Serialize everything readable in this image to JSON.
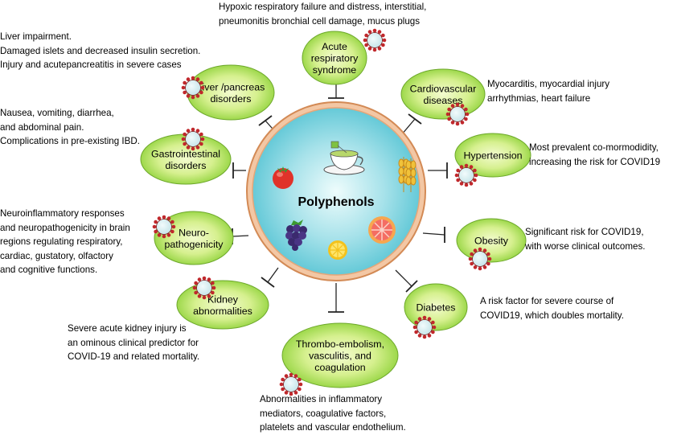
{
  "center": {
    "label": "Polyphenols"
  },
  "colors": {
    "ellipse_fill_center": "#f3fbcf",
    "ellipse_fill_edge": "#8fd23a",
    "ellipse_stroke": "#6da82b",
    "virus_body": "#c8e6ea",
    "virus_spike": "#c0282c",
    "circle_ring": "#e09a63",
    "circle_inner": "#5fc7d6"
  },
  "organs": [
    {
      "id": "acute-respiratory",
      "label_lines": [
        "Acute",
        "respiratory",
        "syndrome"
      ],
      "description_lines": [
        "Hypoxic respiratory failure and distress, interstitial,",
        "pneumonitis bronchial cell damage, mucus plugs"
      ]
    },
    {
      "id": "cardiovascular",
      "label_lines": [
        "Cardiovascular",
        "diseases"
      ],
      "description_lines": [
        "Myocarditis, myocardial injury",
        "arrhythmias, heart failure"
      ]
    },
    {
      "id": "hypertension",
      "label_lines": [
        "Hypertension"
      ],
      "description_lines": [
        "Most prevalent co-mormodidity,",
        "increasing the risk for COVID19"
      ]
    },
    {
      "id": "obesity",
      "label_lines": [
        "Obesity"
      ],
      "description_lines": [
        "Significant risk for COVID19,",
        "with worse clinical outcomes."
      ]
    },
    {
      "id": "diabetes",
      "label_lines": [
        "Diabetes"
      ],
      "description_lines": [
        "A risk factor for severe course of",
        "COVID19, which doubles mortality."
      ]
    },
    {
      "id": "thrombo-embolism",
      "label_lines": [
        "Thrombo-embolism,",
        "vasculitis, and",
        "coagulation"
      ],
      "description_lines": [
        "Abnormalities in inflammatory",
        "mediators, coagulative factors,",
        "platelets and vascular endothelium."
      ]
    },
    {
      "id": "kidney",
      "label_lines": [
        "Kidney",
        "abnormalities"
      ],
      "description_lines": [
        "Severe acute kidney injury is",
        "an ominous clinical predictor for",
        "COVID-19 and related mortality."
      ]
    },
    {
      "id": "neuro",
      "label_lines": [
        "Neuro-",
        "pathogenicity"
      ],
      "description_lines": [
        "Neuroinflammatory responses",
        "and neuropathogenicity in brain",
        "regions regulating respiratory,",
        "cardiac, gustatory, olfactory",
        "and cognitive functions."
      ]
    },
    {
      "id": "gastrointestinal",
      "label_lines": [
        "Gastrointestinal",
        "disorders"
      ],
      "description_lines": [
        "Nausea, vomiting, diarrhea,",
        "and abdominal pain.",
        "Complications in pre-existing IBD."
      ]
    },
    {
      "id": "liver-pancreas",
      "label_lines": [
        "Liver /pancreas",
        "disorders"
      ],
      "description_lines": [
        "Liver impairment.",
        "Damaged islets and decreased insulin secretion.",
        "Injury and acutepancreatitis in severe cases"
      ]
    }
  ],
  "food_icons": [
    "tea-cup-icon",
    "tomato-icon",
    "wheat-icon",
    "blackberry-icon",
    "grapefruit-icon",
    "lemon-icon"
  ]
}
